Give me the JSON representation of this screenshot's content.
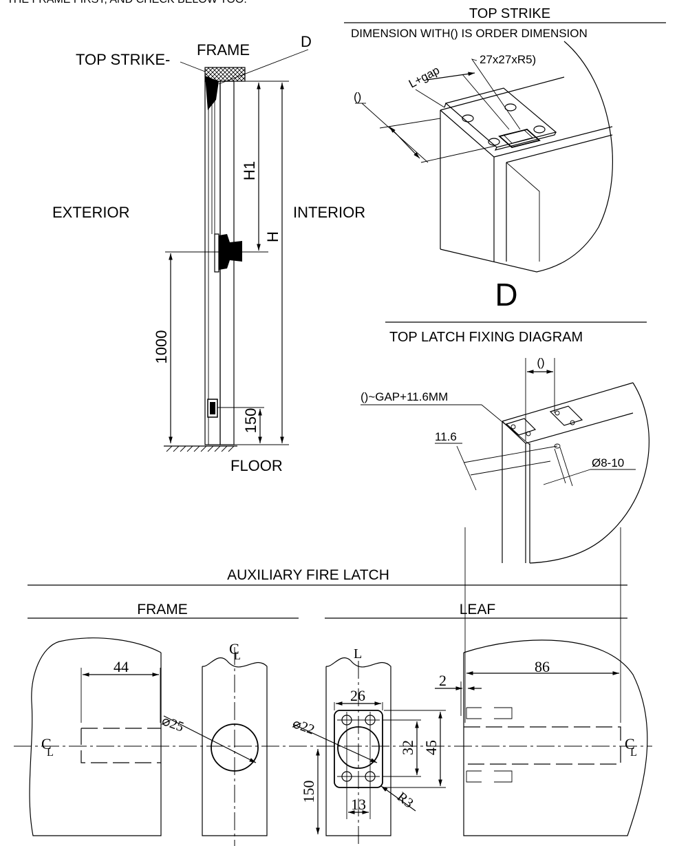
{
  "side_section": {
    "top_strike": "TOP STRIKE-",
    "frame": "FRAME",
    "d": "D",
    "exterior": "EXTERIOR",
    "interior": "INTERIOR",
    "h1": "H1",
    "h": "H",
    "dim_1000": "1000",
    "dim_150": "150",
    "floor": "FLOOR"
  },
  "top_strike_detail": {
    "title": "TOP STRIKE",
    "subtitle": "DIMENSION WITH() IS ORDER DIMENSION",
    "size_label": "27x27xR5)",
    "gap_label": "L+gap",
    "paren_label": "()"
  },
  "top_latch_detail": {
    "letter": "D",
    "title": "TOP LATCH FIXING  DIAGRAM",
    "paren_label": "()",
    "gap_label": "()~GAP+11.6MM",
    "dim_116": "11.6",
    "hole_label": "Ø8-10"
  },
  "auxiliary": {
    "title": "AUXILIARY FIRE LATCH",
    "frame_heading": "FRAME",
    "leaf_heading": "LEAF",
    "dim_44": "44",
    "dim_25": "⌀25",
    "dim_22": "⌀22",
    "dim_26": "26",
    "dim_32": "32",
    "dim_45": "45",
    "dim_150": "150",
    "dim_13": "13",
    "r3": "R3",
    "dim_2": "2",
    "dim_86": "86",
    "cl_c": "C",
    "cl_l": "L"
  }
}
